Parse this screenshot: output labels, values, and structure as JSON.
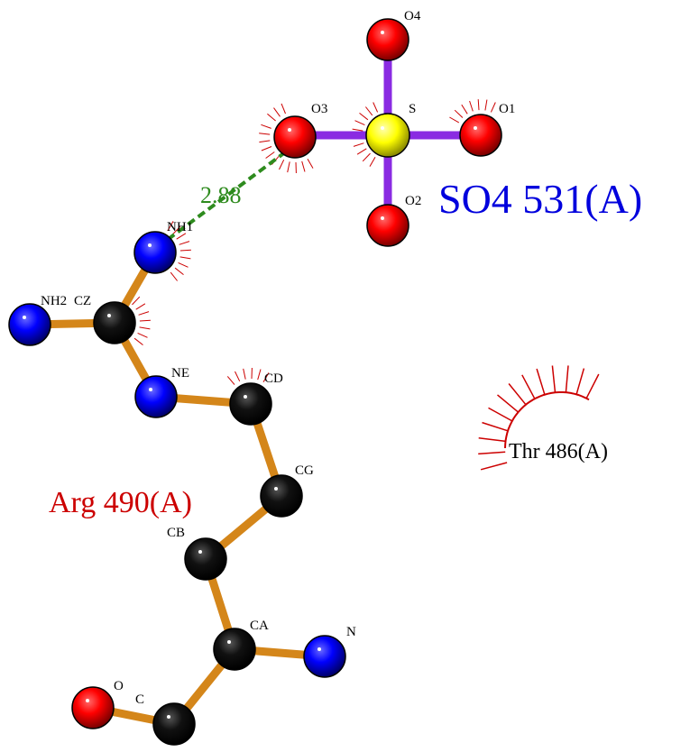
{
  "colors": {
    "background": "#ffffff",
    "sulfate_bond": "#8a2be2",
    "arginine_bond": "#d4861a",
    "hydrogen_bond": "#2e8b1e",
    "hydrophobic_contact": "#cc0000",
    "oxygen": "#ff0000",
    "sulfur": "#ffff00",
    "nitrogen": "#0000ff",
    "carbon": "#000000",
    "ligand_label": "#0000dd",
    "residue_label": "#cc0000",
    "contact_label": "#000000",
    "hbond_label": "#2e8b1e"
  },
  "ligand": {
    "label": "SO4 531(A)",
    "atoms": {
      "S": "S",
      "O1": "O1",
      "O2": "O2",
      "O3": "O3",
      "O4": "O4"
    }
  },
  "residue": {
    "label": "Arg 490(A)",
    "atoms": {
      "NH1": "NH1",
      "NH2": "NH2",
      "CZ": "CZ",
      "NE": "NE",
      "CD": "CD",
      "CG": "CG",
      "CB": "CB",
      "CA": "CA",
      "N": "N",
      "C": "C",
      "O": "O"
    }
  },
  "hydrophobic_residue": {
    "label": "Thr 486(A)"
  },
  "hydrogen_bond": {
    "distance": "2.88"
  }
}
